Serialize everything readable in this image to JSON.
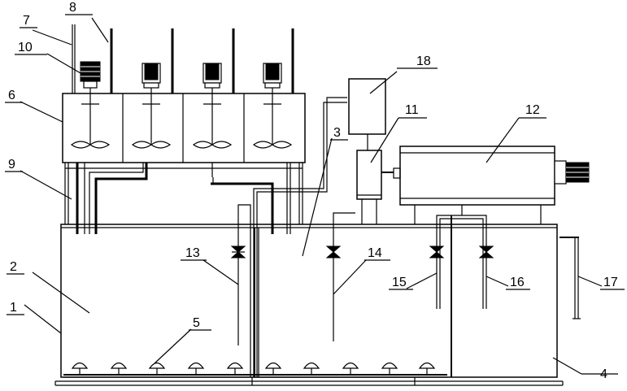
{
  "diagram": {
    "labels": {
      "l1": "1",
      "l2": "2",
      "l3": "3",
      "l4": "4",
      "l5": "5",
      "l6": "6",
      "l7": "7",
      "l8": "8",
      "l9": "9",
      "l10": "10",
      "l11": "11",
      "l12": "12",
      "l13": "13",
      "l14": "14",
      "l15": "15",
      "l16": "16",
      "l17": "17",
      "l18": "18"
    }
  }
}
